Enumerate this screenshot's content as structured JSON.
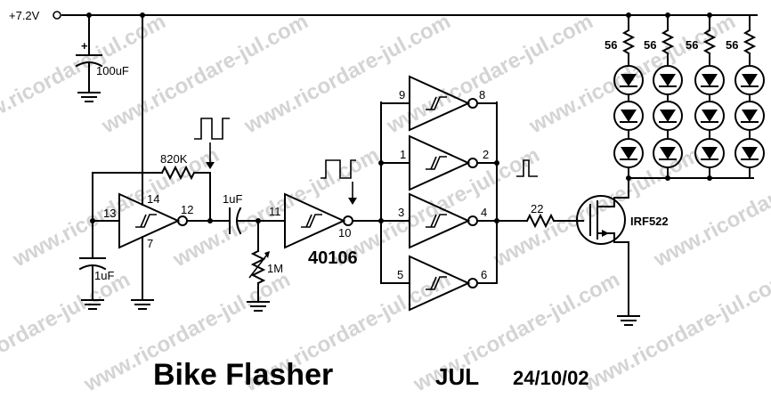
{
  "watermark": "www.ricordare-jul.com",
  "supply_label": "+7.2V",
  "components": {
    "c_supply": "100uF",
    "c_timing": "1uF",
    "r_feedback": "820K",
    "c_coupling": "1uF",
    "pot": "1M",
    "r_gate": "22",
    "mosfet": "IRF522",
    "chip": "40106",
    "led_resistors": [
      "56",
      "56",
      "56",
      "56"
    ]
  },
  "pins": {
    "osc_in": "13",
    "osc_vdd": "14",
    "osc_gnd": "7",
    "osc_out": "12",
    "inv2_in": "11",
    "inv2_out": "10",
    "buf_a_in": "9",
    "buf_a_out": "8",
    "buf_b_in": "1",
    "buf_b_out": "2",
    "buf_c_in": "3",
    "buf_c_out": "4",
    "buf_d_in": "5",
    "buf_d_out": "6"
  },
  "title": "Bike Flasher",
  "author": "JUL",
  "date": "24/10/02",
  "colors": {
    "ink": "#000000",
    "watermark": "#d4d4d4",
    "background": "#ffffff"
  }
}
